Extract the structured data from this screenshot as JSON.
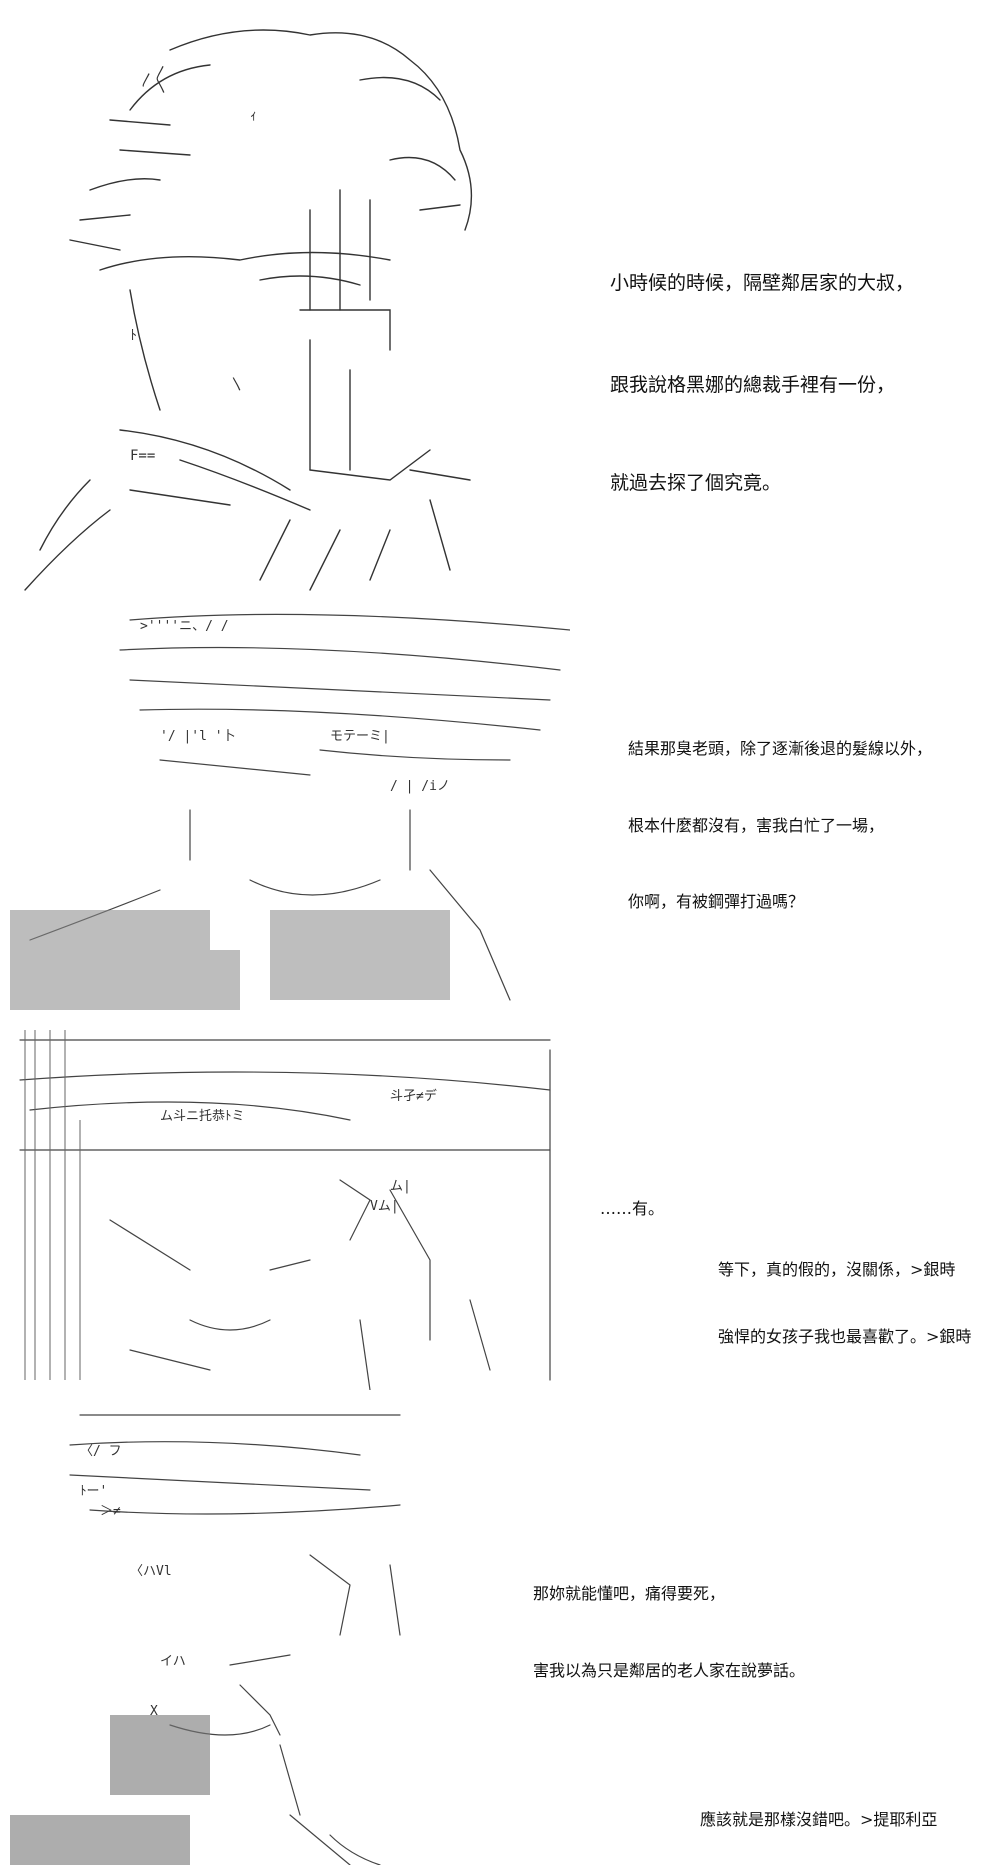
{
  "panels": [
    {
      "lines": [
        "小時候的時候，隔壁鄰居家的大叔，",
        "跟我說格黑娜的總裁手裡有一份，",
        "就過去探了個究竟。"
      ]
    },
    {
      "lines": [
        "結果那臭老頭，除了逐漸後退的髮線以外，",
        "根本什麼都沒有，害我白忙了一場，",
        "你啊，有被鋼彈打過嗎？"
      ]
    },
    {
      "lines": [
        "……有。",
        "等下，真的假的，沒關係，>銀時",
        "強悍的女孩子我也最喜歡了。>銀時"
      ]
    },
    {
      "lines": [
        "那妳就能懂吧，痛得要死，",
        "害我以為只是鄰居的老人家在說夢話。",
        "應該就是那樣沒錯吧。>提耶利亞"
      ]
    }
  ]
}
